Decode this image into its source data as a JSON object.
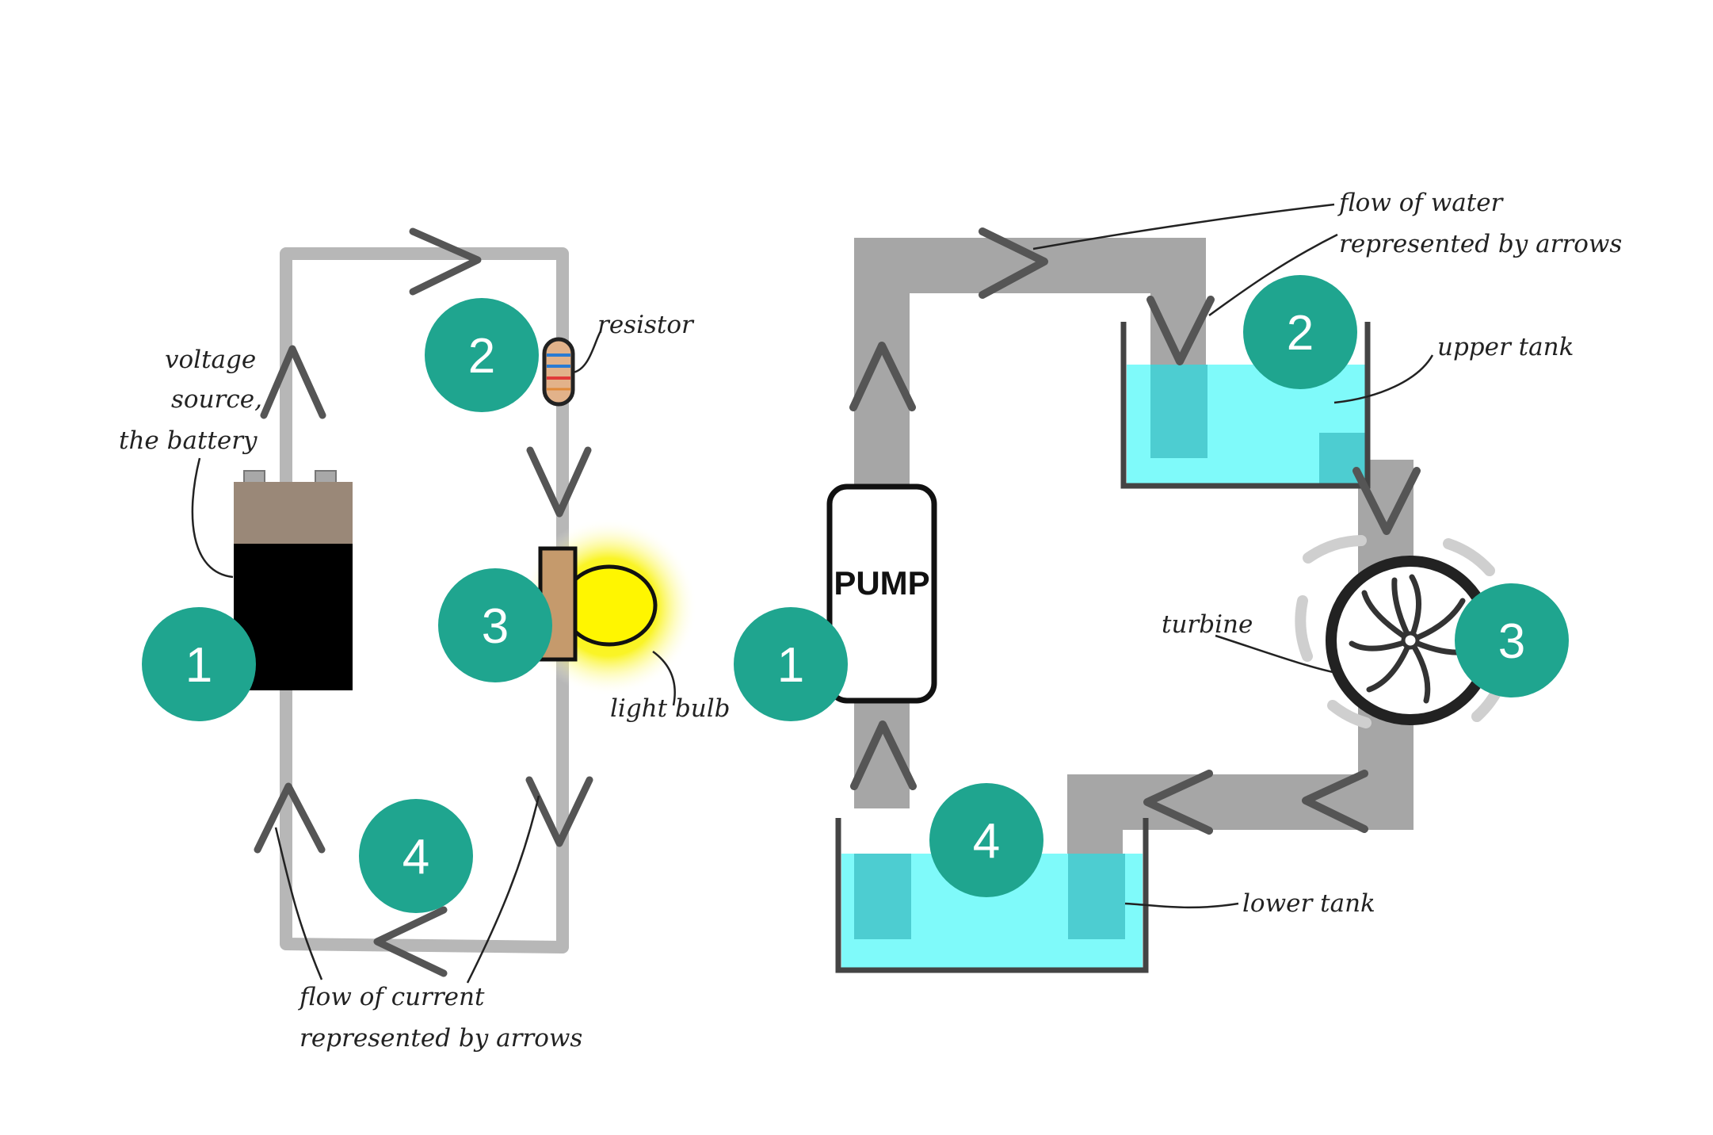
{
  "colors": {
    "wire": "#b7b7b7",
    "pipe": "#a6a6a6",
    "arrow": "#555555",
    "badge": "#1fa58f",
    "water": "#7ffafa",
    "water_dark": "#4dcdd1",
    "battery_top": "#9a8878",
    "battery_body": "#000000",
    "bulb_glow": "#f7f200",
    "bulb_base": "#c59a6c"
  },
  "icons": [
    "battery-icon",
    "resistor-icon",
    "light-bulb-icon",
    "pump-icon",
    "turbine-icon",
    "tank-icon"
  ],
  "circuit": {
    "labels": {
      "voltage_1": "voltage",
      "voltage_2": "source,",
      "voltage_3": "the battery",
      "resistor": "resistor",
      "light_bulb": "light bulb",
      "flow_1": "flow of current",
      "flow_2": "represented by arrows"
    },
    "badges": [
      "1",
      "2",
      "3",
      "4"
    ]
  },
  "water_system": {
    "labels": {
      "flow_1": "flow of water",
      "flow_2": "represented by arrows",
      "upper_tank": "upper tank",
      "turbine": "turbine",
      "lower_tank": "lower tank",
      "pump": "PUMP"
    },
    "badges": [
      "1",
      "2",
      "3",
      "4"
    ]
  }
}
